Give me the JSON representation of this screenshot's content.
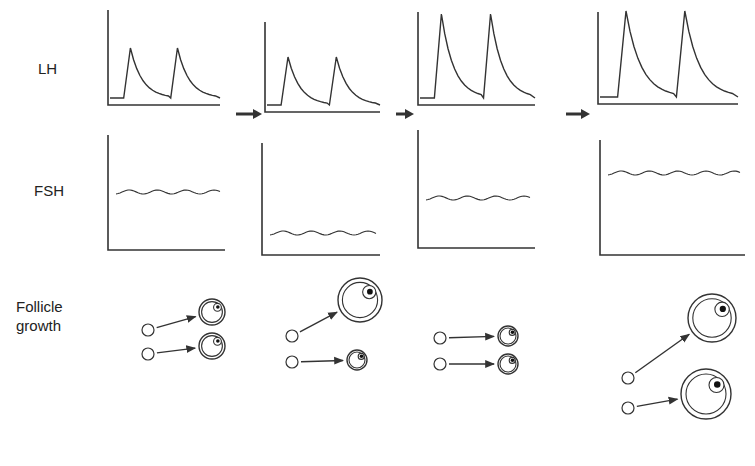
{
  "diagram": {
    "labels": [
      "LH",
      "FSH",
      "Follicle growth"
    ]
  }
}
